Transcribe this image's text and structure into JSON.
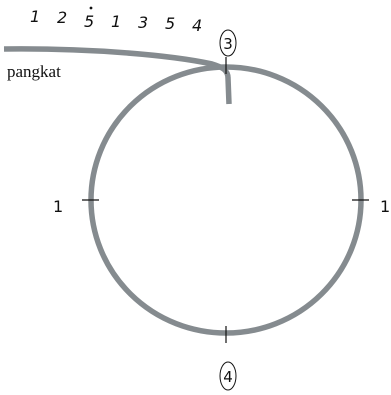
{
  "sequence": {
    "digits": [
      "1",
      "2",
      "5",
      "1",
      "3",
      "5",
      "4"
    ],
    "dotted_index": 2
  },
  "labels": {
    "pangkat": "pangkat",
    "left": "1",
    "right": "1",
    "top_circled": "3",
    "bottom_circled": "4"
  },
  "colors": {
    "stroke": "#858b8f",
    "text": "#111111"
  }
}
